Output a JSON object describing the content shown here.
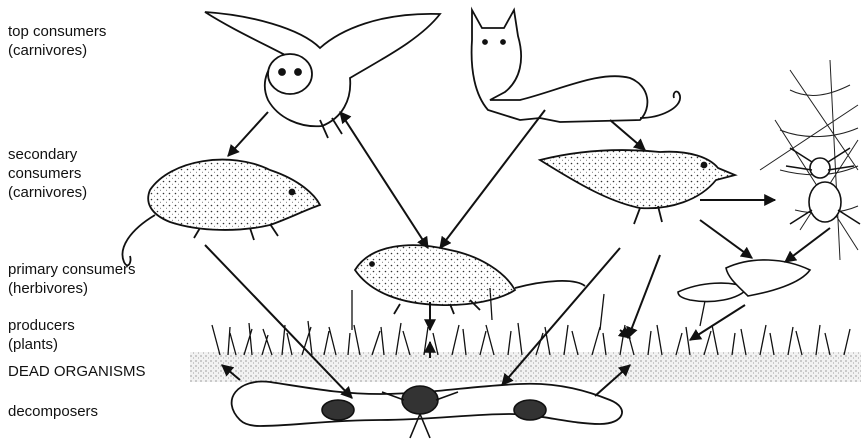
{
  "levels": {
    "top": {
      "line1": "top consumers",
      "line2": "(carnivores)"
    },
    "secondary": {
      "line1": "secondary",
      "line2": "consumers",
      "line3": "(carnivores)"
    },
    "primary": {
      "line1": "primary consumers",
      "line2": "(herbivores)"
    },
    "producers": {
      "line1": "producers",
      "line2": "(plants)"
    },
    "dead": {
      "line1": "DEAD ORGANISMS"
    },
    "decomposers": {
      "line1": "decomposers"
    }
  },
  "organisms": [
    "owl",
    "cat",
    "shrew",
    "songbird",
    "spider",
    "mouse",
    "caterpillars",
    "grass",
    "earthworm",
    "beetles"
  ]
}
